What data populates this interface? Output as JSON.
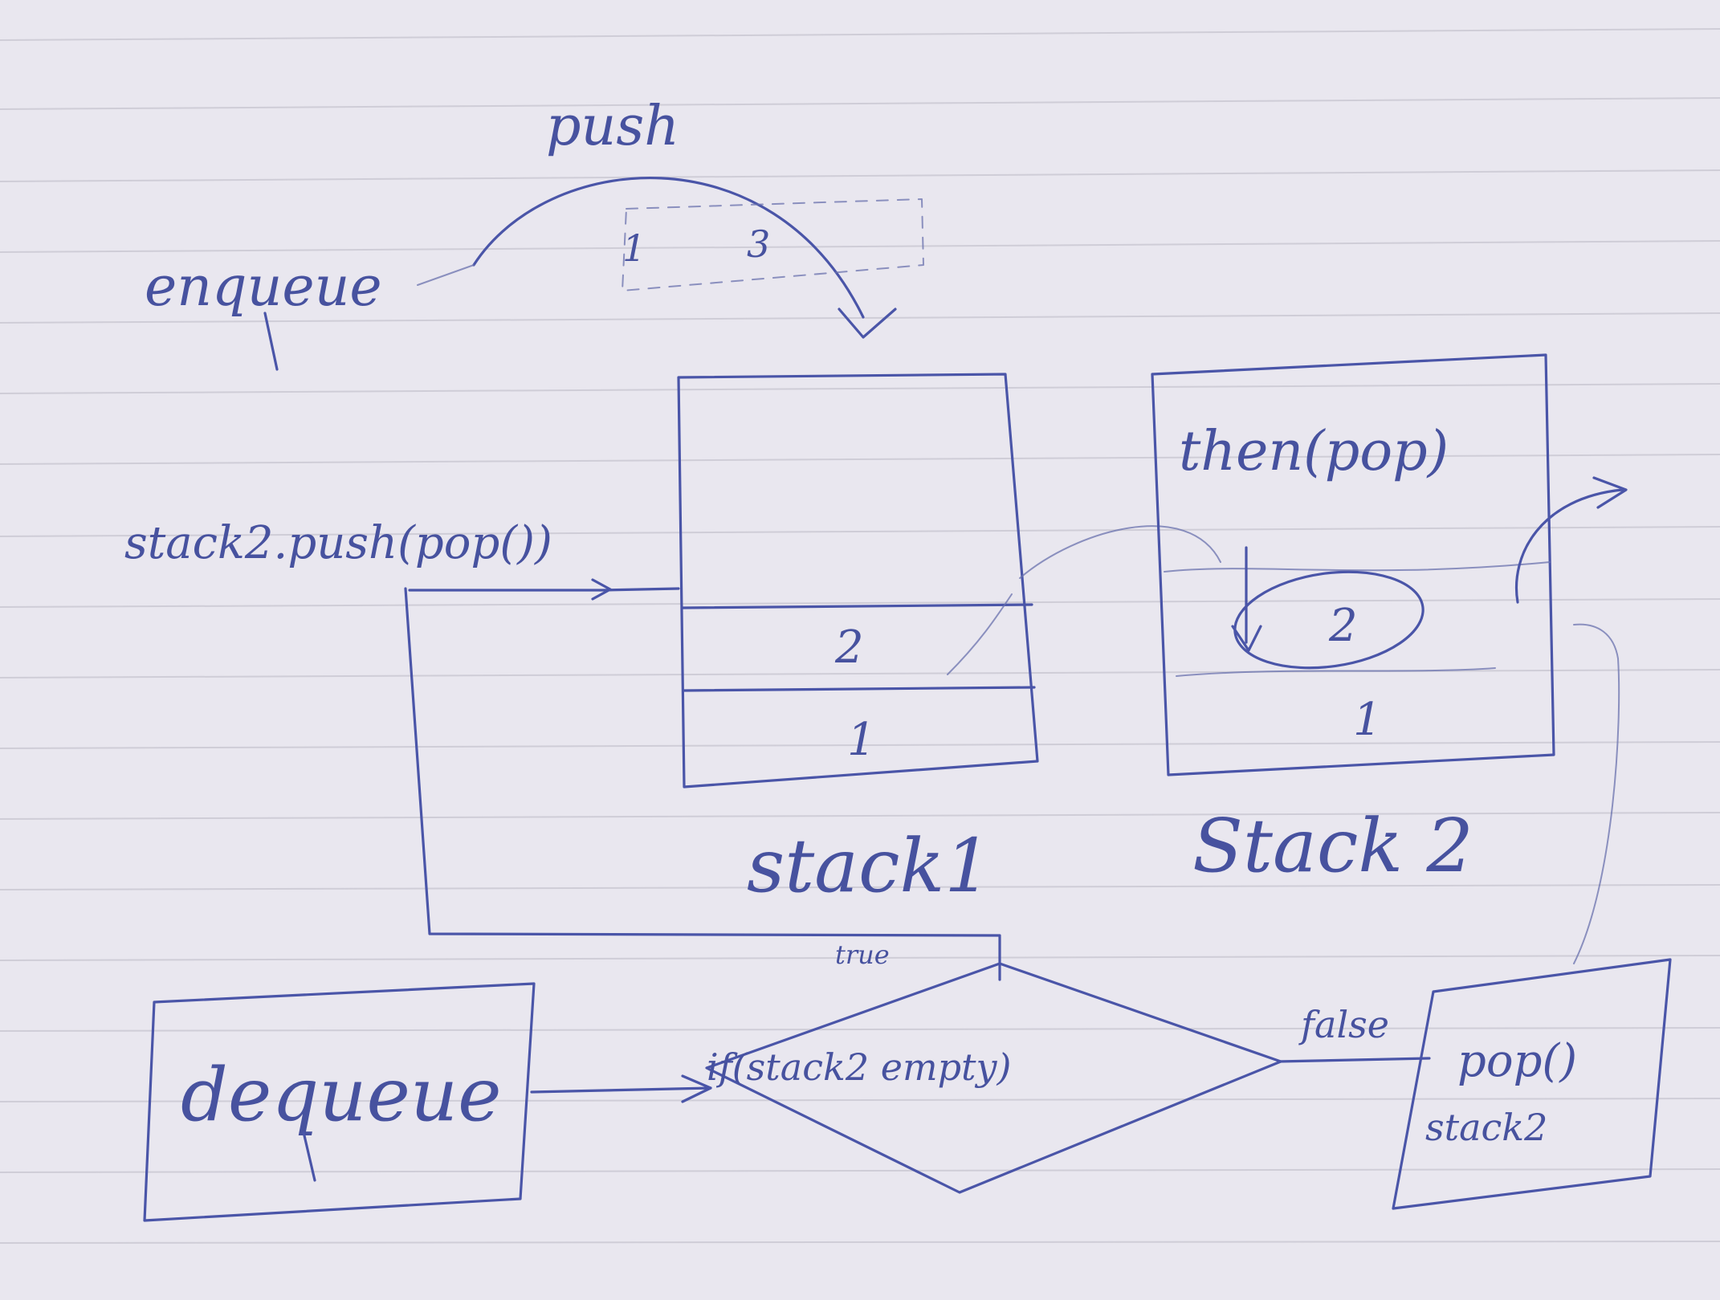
{
  "labels": {
    "push": "push",
    "enqueue": "enqueue",
    "stack2_push_pop": "stack2.push(pop())",
    "then_pop": "then(pop)",
    "stack1": "stack1",
    "stack2": "Stack 2",
    "true": "true",
    "false": "false",
    "dequeue": "dequeue",
    "condition": "if(stack2 empty)",
    "pop_line1": "pop()",
    "pop_line2": "stack2"
  },
  "stacks": {
    "stack1_items": [
      "2",
      "1"
    ],
    "stack2_items": [
      "2",
      "1"
    ],
    "pending_push": [
      "1",
      "3"
    ]
  },
  "colors": {
    "ink": "#4a55a8",
    "paper": "#e9e7ef",
    "ruling": "#cfcdd7"
  }
}
